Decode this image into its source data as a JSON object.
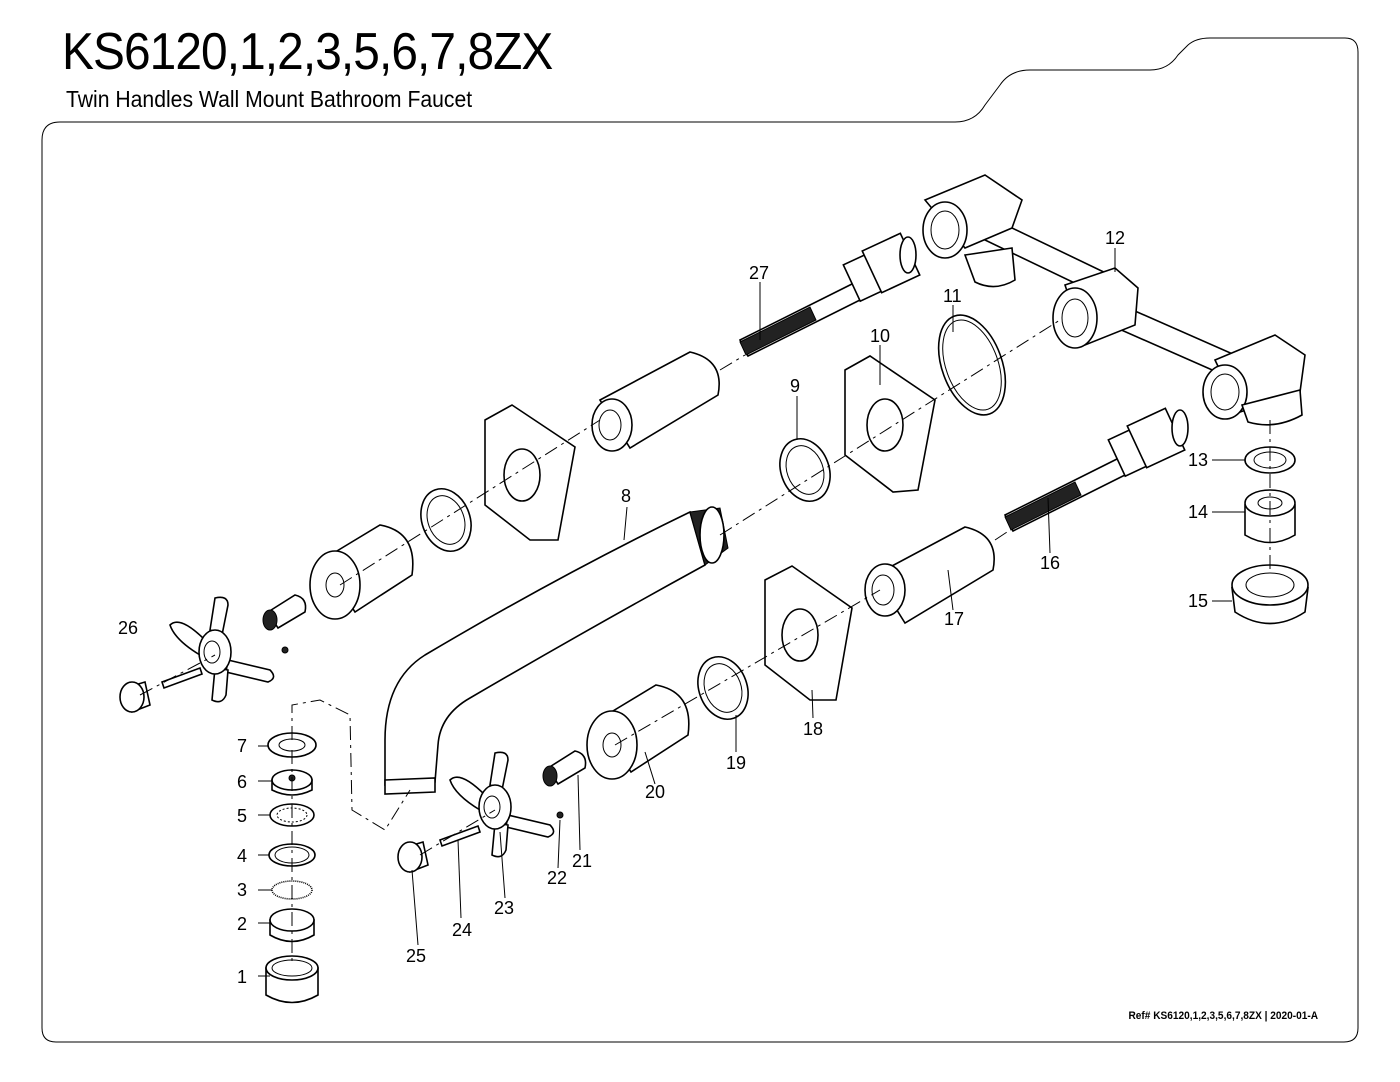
{
  "header": {
    "title": "KS6120,1,2,3,5,6,7,8ZX",
    "subtitle": "Twin Handles Wall Mount Bathroom Faucet"
  },
  "footer": {
    "reference": "Ref# KS6120,1,2,3,5,6,7,8ZX | 2020-01-A"
  },
  "callouts": [
    {
      "num": "1"
    },
    {
      "num": "2"
    },
    {
      "num": "3"
    },
    {
      "num": "4"
    },
    {
      "num": "5"
    },
    {
      "num": "6"
    },
    {
      "num": "7"
    },
    {
      "num": "8"
    },
    {
      "num": "9"
    },
    {
      "num": "10"
    },
    {
      "num": "11"
    },
    {
      "num": "12"
    },
    {
      "num": "13"
    },
    {
      "num": "14"
    },
    {
      "num": "15"
    },
    {
      "num": "16"
    },
    {
      "num": "17"
    },
    {
      "num": "18"
    },
    {
      "num": "19"
    },
    {
      "num": "20"
    },
    {
      "num": "21"
    },
    {
      "num": "22"
    },
    {
      "num": "23"
    },
    {
      "num": "24"
    },
    {
      "num": "25"
    },
    {
      "num": "26"
    },
    {
      "num": "27"
    }
  ]
}
